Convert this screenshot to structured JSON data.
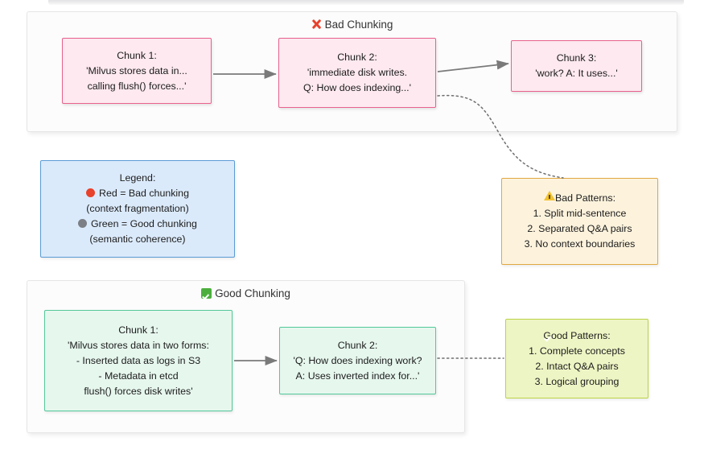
{
  "diagram": {
    "title_icons": {
      "bad": "x-mark-icon",
      "good": "check-box-icon",
      "warning": "warning-triangle-icon",
      "legend_red": "red-circle-icon",
      "legend_gray": "gray-circle-icon"
    },
    "colors": {
      "bad_fill": "#fde9ef",
      "bad_border": "#e8628d",
      "good_fill": "#e6f7ee",
      "good_border": "#52c89a",
      "legend_fill": "#dbeafb",
      "legend_border": "#5b9bd5",
      "warn_fill": "#fdf3dd",
      "warn_border": "#e0a842",
      "ok_fill": "#eef5c4",
      "ok_border": "#bcd346",
      "panel_fill": "#fcfcfc",
      "arrow": "#7a7a7a",
      "red_accent": "#e8412c",
      "green_accent": "#4caf3d"
    },
    "bad_panel": {
      "title": "Bad Chunking",
      "nodes": [
        {
          "name": "bad-chunk-1",
          "lines": [
            "Chunk 1:",
            "'Milvus stores data in...",
            "calling flush() forces...'"
          ]
        },
        {
          "name": "bad-chunk-2",
          "lines": [
            "Chunk 2:",
            "'immediate disk writes.",
            "Q: How does indexing...'"
          ]
        },
        {
          "name": "bad-chunk-3",
          "lines": [
            "Chunk 3:",
            "'work? A: It uses...'"
          ]
        }
      ]
    },
    "good_panel": {
      "title": "Good Chunking",
      "nodes": [
        {
          "name": "good-chunk-1",
          "lines": [
            "Chunk 1:",
            "'Milvus stores data in two forms:",
            "- Inserted data as logs in S3",
            "- Metadata in etcd",
            "flush() forces disk writes'"
          ]
        },
        {
          "name": "good-chunk-2",
          "lines": [
            "Chunk 2:",
            "'Q: How does indexing work?",
            "A: Uses inverted index for...'"
          ]
        }
      ]
    },
    "legend": {
      "title": "Legend:",
      "entries": [
        {
          "marker": "red-circle-icon",
          "label": "Red = Bad chunking",
          "sub": "(context fragmentation)"
        },
        {
          "marker": "gray-circle-icon",
          "label": "Green = Good chunking",
          "sub": "(semantic coherence)"
        }
      ]
    },
    "bad_patterns": {
      "title": "Bad Patterns:",
      "items": [
        "1. Split mid-sentence",
        "2. Separated Q&A pairs",
        "3. No context boundaries"
      ]
    },
    "good_patterns": {
      "title": "Good Patterns:",
      "items": [
        "1. Complete concepts",
        "2. Intact Q&A pairs",
        "3. Logical grouping"
      ]
    }
  }
}
